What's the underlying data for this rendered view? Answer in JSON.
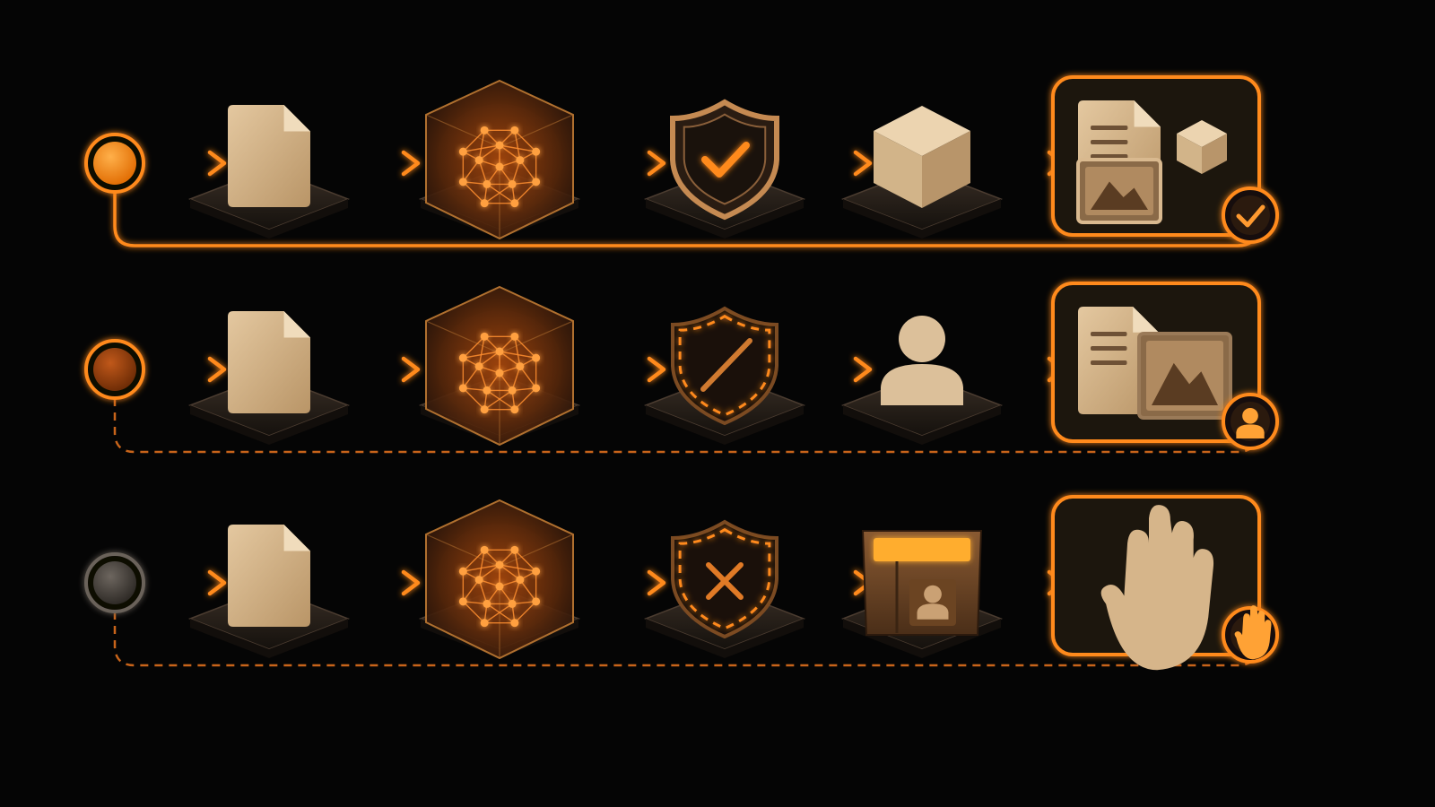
{
  "colors": {
    "background": "#050505",
    "accent": "#ff8a1e",
    "accent_dim": "#c8641a",
    "beige": "#d9b98f",
    "beige_dark": "#a9875e",
    "platform": "#2a221c",
    "panel": "#1c1510",
    "neutral": "#4a443e"
  },
  "rows": [
    {
      "id": "approved",
      "start_state": "filled-orange",
      "return_style": "solid",
      "steps": [
        {
          "icon": "document-icon"
        },
        {
          "icon": "neural-network-cube-icon"
        },
        {
          "icon": "shield-check-icon"
        },
        {
          "icon": "package-box-icon"
        }
      ],
      "outcome": {
        "icon": "document-image-package-icon",
        "badge": "checkmark-icon"
      }
    },
    {
      "id": "human-review",
      "start_state": "dim-orange",
      "return_style": "dashed",
      "steps": [
        {
          "icon": "document-icon"
        },
        {
          "icon": "neural-network-cube-icon"
        },
        {
          "icon": "shield-slash-icon"
        },
        {
          "icon": "person-icon"
        }
      ],
      "outcome": {
        "icon": "document-image-icon",
        "badge": "person-icon"
      }
    },
    {
      "id": "blocked",
      "start_state": "gray",
      "return_style": "dashed",
      "steps": [
        {
          "icon": "document-icon"
        },
        {
          "icon": "neural-network-cube-icon"
        },
        {
          "icon": "shield-x-icon"
        },
        {
          "icon": "open-box-person-icon"
        }
      ],
      "outcome": {
        "icon": "stop-hand-icon",
        "badge": "stop-hand-icon"
      }
    }
  ]
}
